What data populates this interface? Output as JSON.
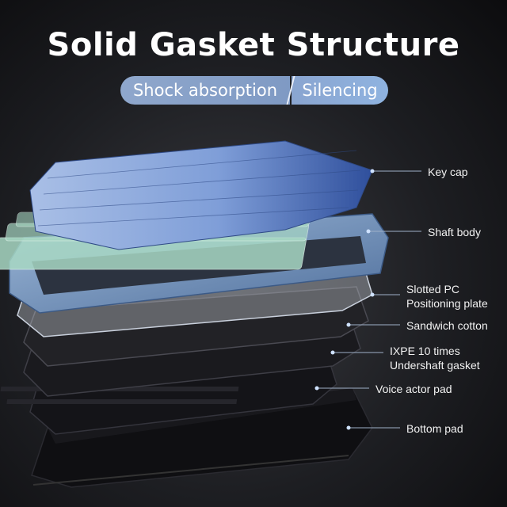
{
  "title": "Solid Gasket Structure",
  "badges": [
    "Shock absorption",
    "Silencing"
  ],
  "layers": [
    {
      "name": "key-cap",
      "label": "Key cap"
    },
    {
      "name": "shaft-body",
      "label": "Shaft body"
    },
    {
      "name": "slotted-pc-plate",
      "label": "Slotted PC\nPositioning plate"
    },
    {
      "name": "sandwich-cotton",
      "label": "Sandwich cotton"
    },
    {
      "name": "ixpe-gasket",
      "label": "IXPE 10 times\nUndershaft gasket"
    },
    {
      "name": "voice-actor-pad",
      "label": "Voice actor pad"
    },
    {
      "name": "bottom-pad",
      "label": "Bottom pad"
    }
  ],
  "colors": {
    "keycap_light": "#8aa6d8",
    "keycap_dark": "#3f5ea8",
    "switch": "#a8d8c4",
    "plate": "#6f8fb8",
    "pill_left": "#8fa7cc",
    "pill_right": "#8fb3e0"
  }
}
